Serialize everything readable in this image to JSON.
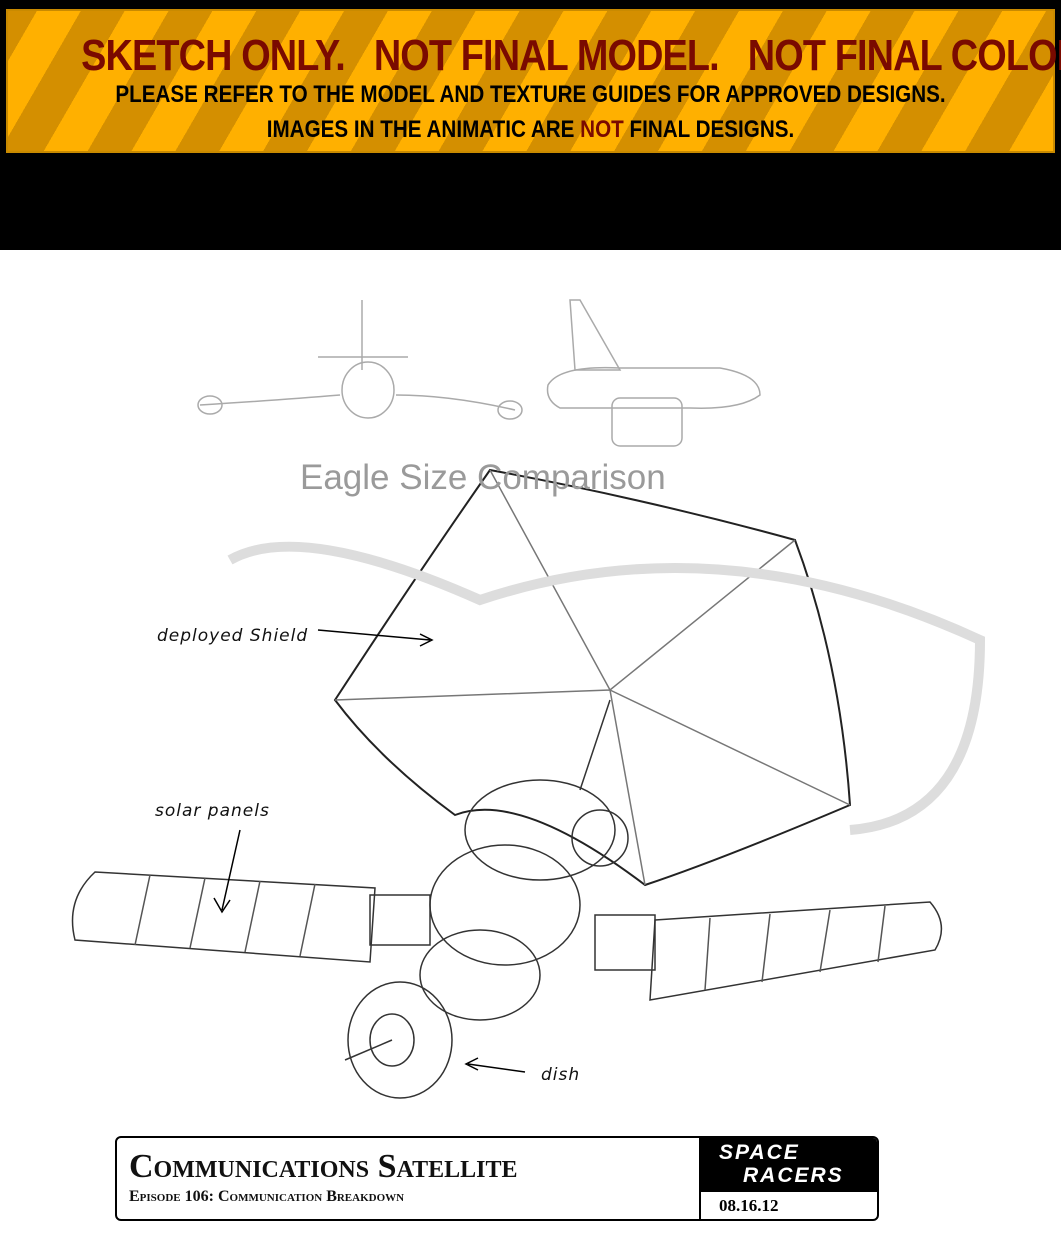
{
  "banner": {
    "line1": "SKETCH ONLY.   NOT FINAL MODEL.   NOT FINAL COLOR.",
    "line2": "PLEASE REFER TO THE MODEL AND TEXTURE GUIDES FOR APPROVED DESIGNS.",
    "line3_pre": "IMAGES IN THE ANIMATIC ARE ",
    "line3_emph": "NOT",
    "line3_post": " FINAL DESIGNS.",
    "colors": {
      "yellow": "#ffb000",
      "stripe": "#d48f00",
      "red": "#7a0a00"
    }
  },
  "sketch": {
    "eagle_caption": "Eagle Size Comparison",
    "annotations": {
      "shield": "deployed Shield",
      "solar": "solar panels",
      "dish": "dish"
    }
  },
  "title_block": {
    "title": "Communications Satellite",
    "subtitle": "Episode 106: Communication Breakdown",
    "logo_line1": "SPACE",
    "logo_line2": "RACERS",
    "date": "08.16.12"
  }
}
